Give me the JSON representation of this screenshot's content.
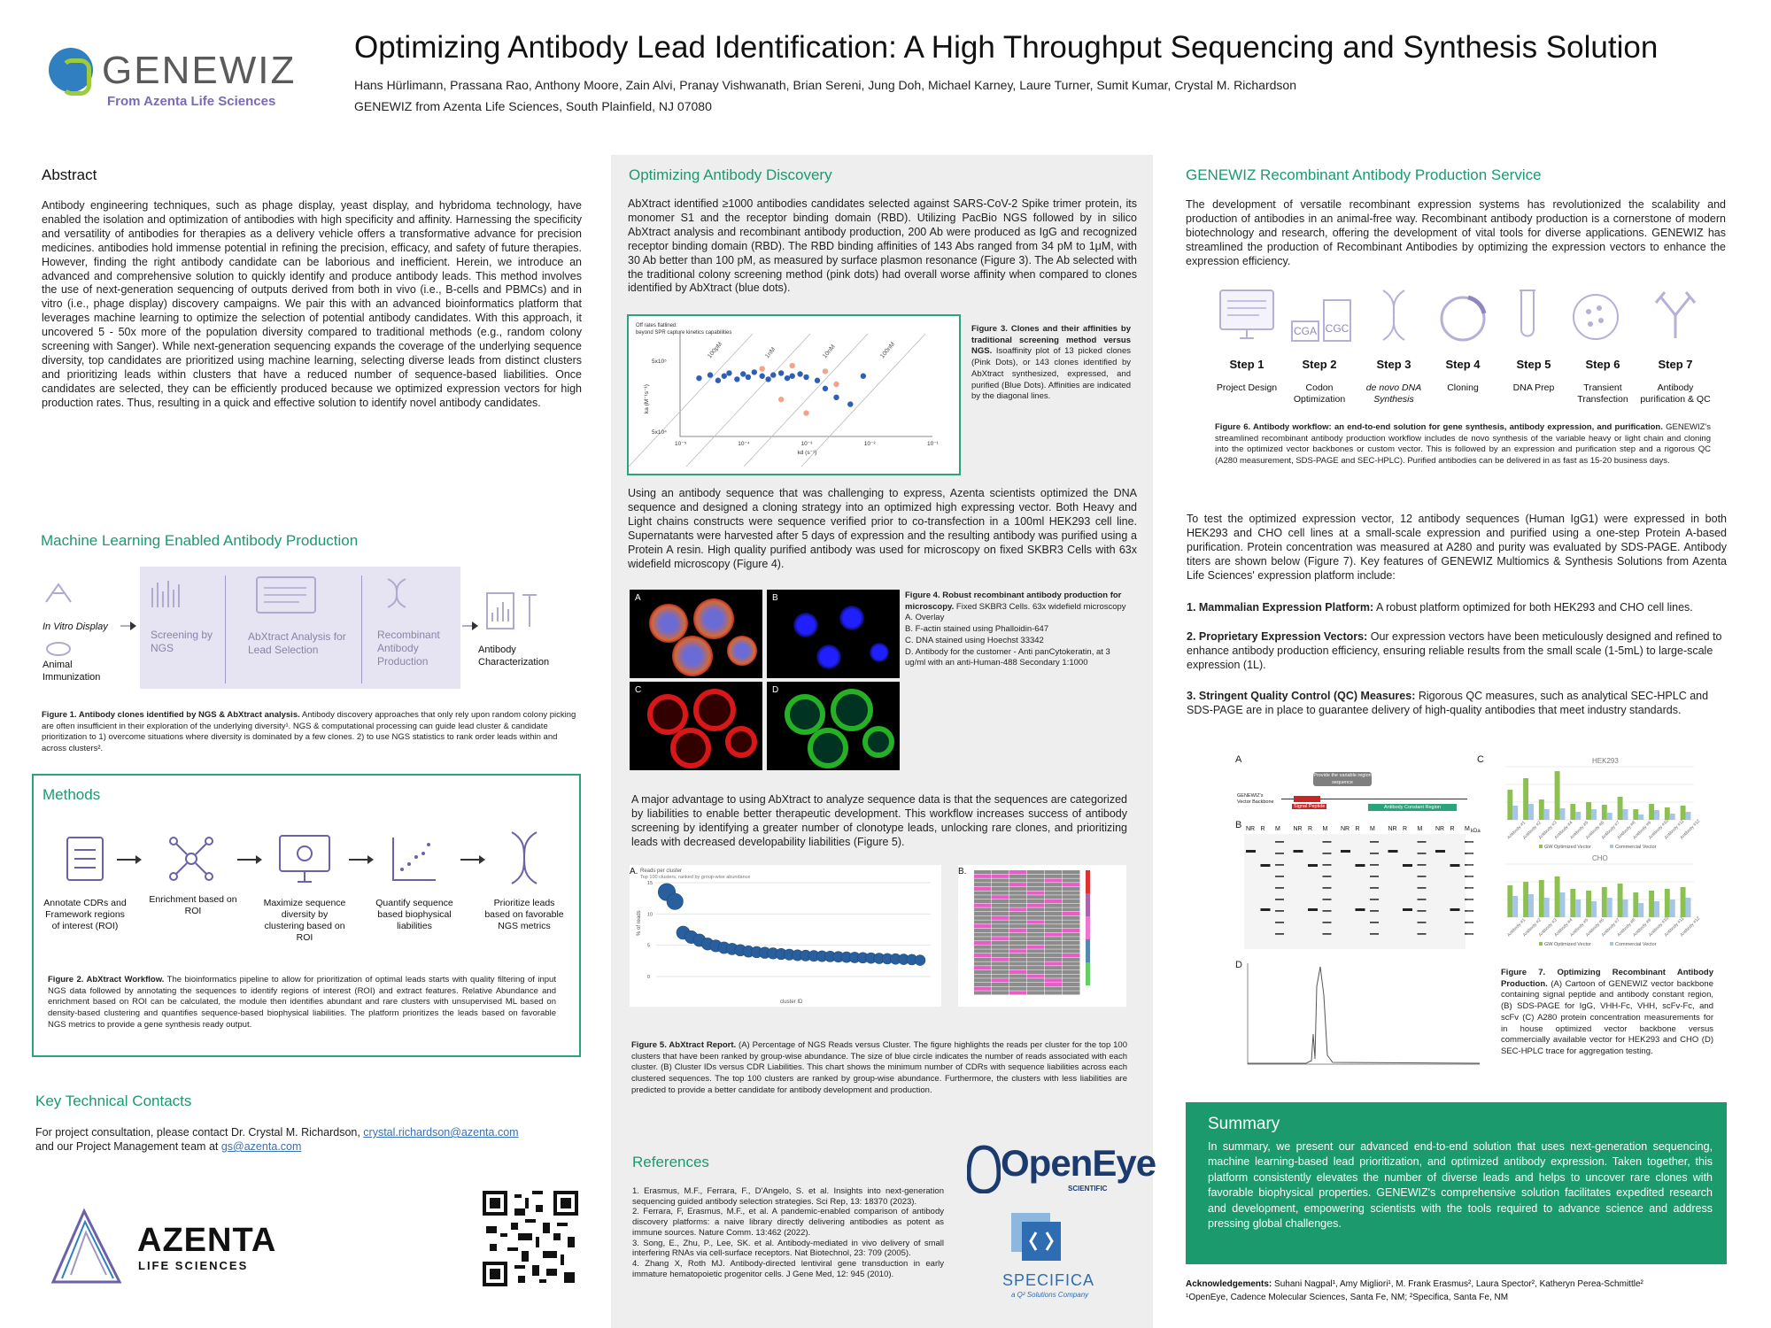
{
  "header": {
    "logo_text": "GENEWIZ",
    "logo_subtitle": "From Azenta Life Sciences",
    "title": "Optimizing Antibody Lead Identification: A High Throughput Sequencing and Synthesis Solution",
    "authors": "Hans Hürlimann, Prassana Rao, Anthony Moore, Zain Alvi, Pranay Vishwanath, Brian Sereni, Jung Doh, Michael Karney, Laure Turner, Sumit Kumar, Crystal M. Richardson",
    "affiliation": "GENEWIZ from Azenta Life Sciences, South Plainfield, NJ 07080"
  },
  "colors": {
    "accent_green": "#1b9a6d",
    "accent_purple": "#7b6bb5",
    "brand_blue": "#2f7fc1",
    "brand_lime": "#9ccb3b"
  },
  "abstract": {
    "heading": "Abstract",
    "text": "Antibody engineering techniques, such as phage display, yeast display, and hybridoma technology, have enabled the isolation and optimization of antibodies with high specificity and affinity. Harnessing the specificity and versatility of antibodies for therapies as a delivery vehicle offers a transformative advance for precision medicines. antibodies hold immense potential in refining the precision, efficacy, and safety of future therapies. However, finding the right antibody candidate can be laborious and inefficient. Herein, we introduce an advanced and comprehensive solution to quickly identify and produce antibody leads. This method involves the use of next-generation sequencing of outputs derived from both in vivo (i.e., B-cells and PBMCs) and in vitro (i.e., phage display) discovery campaigns. We pair this with an advanced bioinformatics platform that leverages machine learning to optimize the selection of potential antibody candidates. With this approach, it uncovered 5 - 50x more of the population diversity compared to traditional methods (e.g., random colony screening with Sanger). While next-generation sequencing expands the coverage of the underlying sequence diversity, top candidates are prioritized using machine learning, selecting diverse leads from distinct clusters and prioritizing leads within clusters that have a reduced number of sequence-based liabilities. Once candidates are selected, they can be efficiently produced because we optimized expression vectors for high production rates. Thus, resulting in a quick and effective solution to identify novel antibody candidates."
  },
  "ml_section": {
    "heading": "Machine Learning Enabled Antibody Production",
    "in_vitro": "In Vitro Display",
    "animal": "Animal Immunization",
    "screening": "Screening by NGS",
    "abxtract": "AbXtract Analysis for Lead Selection",
    "recombinant": "Recombinant Antibody Production",
    "characterization": "Antibody Characterization",
    "fig1_title": "Figure 1. Antibody clones identified by NGS & AbXtract analysis.",
    "fig1_text": " Antibody discovery approaches that only rely upon random colony picking are often insufficient in their exploration of the underlying diversity¹. NGS & computational processing can guide lead cluster & candidate prioritization to 1) overcome situations where diversity is dominated by a few clones. 2) to use NGS statistics to rank order leads within and across clusters²."
  },
  "methods": {
    "heading": "Methods",
    "steps": [
      {
        "label": "Annotate CDRs and Framework regions of interest (ROI)",
        "icon": "checklist-icon"
      },
      {
        "label": "Enrichment based on ROI",
        "icon": "network-icon"
      },
      {
        "label": "Maximize sequence diversity by clustering based on ROI",
        "icon": "monitor-icon"
      },
      {
        "label": "Quantify sequence based biophysical liabilities",
        "icon": "scatter-icon"
      },
      {
        "label": "Prioritize leads based on favorable NGS metrics",
        "icon": "dna-icon"
      }
    ],
    "fig2_title": "Figure 2. AbXtract Workflow.",
    "fig2_text": " The bioinformatics pipeline to allow for prioritization of optimal leads starts with quality filtering of input NGS data followed by annotating the sequences to identify regions of interest (ROI) and extract features. Relative Abundance and enrichment based on ROI can be calculated, the module then identifies abundant and rare clusters with unsupervised ML based on density-based clustering and quantifies sequence-based biophysical liabilities. The platform prioritizes the leads based on favorable NGS metrics to provide a gene synthesis ready output."
  },
  "contacts": {
    "heading": "Key Technical Contacts",
    "line1": "For project consultation, please contact Dr. Crystal M. Richardson, ",
    "email1": "crystal.richardson@azenta.com",
    "line2": "and our Project Management team at ",
    "email2": "gs@azenta.com"
  },
  "azenta": {
    "name": "AZENTA",
    "sub": "LIFE SCIENCES"
  },
  "optimizing": {
    "heading": "Optimizing Antibody Discovery",
    "p1": "AbXtract identified ≥1000 antibodies candidates selected against SARS-CoV-2 Spike trimer protein, its monomer S1 and the receptor binding domain (RBD). Utilizing PacBio NGS followed by in silico AbXtract analysis and recombinant antibody production, 200 Ab were produced as IgG and recognized receptor binding domain (RBD). The RBD binding affinities of 143 Abs ranged from 34 pM to 1μM, with 30 Ab better than 100 pM, as measured by surface plasmon resonance (Figure 3). The Ab selected with the traditional colony screening method (pink dots) had overall worse affinity when compared to clones identified by AbXtract (blue dots).",
    "fig3_title": "Figure 3. Clones and their affinities by traditional screening method versus NGS.",
    "fig3_text": " Isoaffinity plot of 13 picked clones (Pink Dots), or 143 clones identified by AbXtract synthesized, expressed, and purified (Blue Dots). Affinities are indicated by the diagonal lines.",
    "p2": "Using an antibody sequence that was challenging to express, Azenta scientists optimized the DNA sequence and designed a cloning strategy into an optimized high expressing vector. Both Heavy and Light chains constructs were sequence verified prior to co-transfection in a 100ml HEK293 cell line. Supernatants were harvested after 5 days of expression and the resulting antibody was purified using a Protein A resin. High quality purified antibody was used for microscopy on fixed SKBR3 Cells with 63x widefield microscopy (Figure 4).",
    "fig4_title": "Figure 4. Robust recombinant antibody production for microscopy.",
    "fig4_text": " Fixed SKBR3 Cells. 63x widefield microscopy",
    "fig4_items": [
      "A.   Overlay",
      "B.   F-actin stained using Phalloidin-647",
      "C.   DNA stained using Hoechst 33342",
      "D.   Antibody for the customer - Anti panCytokeratin, at 3 ug/ml with an anti-Human-488 Secondary 1:1000"
    ],
    "p3": "A major advantage to using AbXtract to analyze sequence data is that the sequences are categorized by liabilities to enable better therapeutic development. This workflow increases success of antibody screening by identifying a greater number of clonotype leads, unlocking rare clones, and prioritizing leads with decreased developability liabilities (Figure 5).",
    "fig5_title": "Figure 5. AbXtract Report.",
    "fig5_text": " (A) Percentage of NGS Reads versus Cluster. The figure highlights the reads per cluster for the top 100 clusters that have been ranked by group-wise abundance. The size of blue circle indicates the number of reads associated with each cluster.  (B) Cluster IDs versus CDR Liabilities. This chart shows the minimum number of CDRs with sequence liabilities across each clustered sequences. The top 100 clusters are ranked by group-wise abundance. Furthermore, the clusters with less liabilities are predicted to provide a better candidate for antibody development and production."
  },
  "fig3": {
    "note": "Off rates flatlined: beyond SPR capture kinetics capabilities",
    "diag_labels": [
      "100pM",
      "1nM",
      "10nM",
      "100nM"
    ],
    "ytick_top": "5x10⁵",
    "ytick_bottom": "5x10⁴",
    "xticks": [
      "10⁻⁵",
      "10⁻⁴",
      "10⁻³",
      "10⁻²",
      "10⁻¹"
    ],
    "xlabel": "kd (s⁻¹)",
    "ylabel": "ka (M⁻¹s⁻¹)"
  },
  "fig5a": {
    "title": "Reads per cluster",
    "subtitle": "Top 100 clusters, ranked by group-wise abundance",
    "ylabel": "% of reads",
    "xlabel": "cluster ID",
    "label": "A."
  },
  "fig5b": {
    "label": "B."
  },
  "chart_data": [
    {
      "type": "scatter",
      "title": "",
      "xlabel": "kd (s⁻¹)",
      "ylabel": "ka (M⁻¹s⁻¹)",
      "x_scale": "log",
      "xlim": [
        1e-05,
        0.1
      ],
      "series": [
        {
          "name": "Blue Dots",
          "color": "#2e5fb8",
          "points": [
            [
              2e-05,
              280000
            ],
            [
              3e-05,
              310000
            ],
            [
              4e-05,
              260000
            ],
            [
              5e-05,
              300000
            ],
            [
              6e-05,
              330000
            ],
            [
              8e-05,
              270000
            ],
            [
              0.0001,
              320000
            ],
            [
              0.00012,
              290000
            ],
            [
              0.00015,
              340000
            ],
            [
              0.0002,
              300000
            ],
            [
              0.00025,
              270000
            ],
            [
              0.0003,
              310000
            ],
            [
              0.0004,
              330000
            ],
            [
              0.0005,
              280000
            ],
            [
              0.0006,
              300000
            ],
            [
              0.0008,
              320000
            ],
            [
              0.001,
              290000
            ],
            [
              0.0015,
              260000
            ],
            [
              0.002,
              200000
            ],
            [
              0.003,
              150000
            ],
            [
              0.005,
              120000
            ],
            [
              0.008,
              300000
            ]
          ]
        },
        {
          "name": "Pink Dots",
          "color": "#f0a58a",
          "points": [
            [
              0.0002,
              380000
            ],
            [
              0.0006,
              420000
            ],
            [
              0.002,
              350000
            ],
            [
              0.0004,
              140000
            ],
            [
              0.001,
              90000
            ],
            [
              0.003,
              230000
            ]
          ]
        }
      ]
    },
    {
      "type": "scatter",
      "title": "Reads per cluster",
      "xlabel": "cluster ID",
      "ylabel": "% of reads",
      "ylim": [
        0,
        15
      ],
      "series": [
        {
          "name": "clusters",
          "values": [
            13.5,
            12,
            7,
            6.3,
            5.8,
            5.2,
            4.9,
            4.6,
            4.4,
            4.2,
            4.0,
            3.9,
            3.8,
            3.7,
            3.6,
            3.5,
            3.4,
            3.35,
            3.3,
            3.25,
            3.2,
            3.15,
            3.1,
            3.05,
            3.0,
            2.95,
            2.9,
            2.85,
            2.8,
            2.75,
            2.7,
            2.6
          ]
        }
      ]
    },
    {
      "type": "bar",
      "title": "HEK293",
      "categories": [
        "Antibody #1",
        "Antibody #2",
        "Antibody #3",
        "Antibody #4",
        "Antibody #5",
        "Antibody #6",
        "Antibody #7",
        "Antibody #8",
        "Antibody #9",
        "Antibody #10",
        "Antibody #11",
        "Antibody #12"
      ],
      "series": [
        {
          "name": "GW Optimized Vector",
          "values": [
            340,
            470,
            230,
            550,
            180,
            200,
            170,
            260,
            120,
            180,
            140,
            160
          ]
        },
        {
          "name": "Commercial Vector",
          "values": [
            160,
            180,
            120,
            130,
            90,
            120,
            80,
            120,
            60,
            110,
            70,
            90
          ]
        }
      ],
      "ylim": [
        0,
        600
      ]
    },
    {
      "type": "bar",
      "title": "CHO",
      "categories": [
        "Antibody #1",
        "Antibody #2",
        "Antibody #3",
        "Antibody #4",
        "Antibody #5",
        "Antibody #6",
        "Antibody #7",
        "Antibody #8",
        "Antibody #9",
        "Antibody #10",
        "Antibody #11",
        "Antibody #12"
      ],
      "series": [
        {
          "name": "GW Optimized Vector",
          "values": [
            180,
            200,
            210,
            230,
            160,
            150,
            170,
            190,
            140,
            150,
            160,
            170
          ]
        },
        {
          "name": "Commercial Vector",
          "values": [
            120,
            130,
            110,
            140,
            100,
            90,
            110,
            100,
            80,
            90,
            100,
            110
          ]
        }
      ],
      "ylim": [
        0,
        300
      ]
    }
  ],
  "recombinant": {
    "heading": "GENEWIZ Recombinant Antibody Production Service",
    "p1": "The development of versatile recombinant expression systems has revolutionized the scalability and production of antibodies in an animal-free way.  Recombinant antibody production is a cornerstone of modern biotechnology and research, offering the development of vital tools for diverse applications. GENEWIZ has streamlined the production of Recombinant Antibodies by optimizing the expression vectors to enhance the expression efficiency.",
    "steps": [
      {
        "name": "Step 1",
        "desc": "Project Design",
        "icon": "monitor-sequence-icon"
      },
      {
        "name": "Step 2",
        "desc": "Codon Optimization",
        "icon": "codon-icon"
      },
      {
        "name": "Step 3",
        "desc": "de novo DNA Synthesis",
        "icon": "dna-icon"
      },
      {
        "name": "Step 4",
        "desc": "Cloning",
        "icon": "plasmid-icon"
      },
      {
        "name": "Step 5",
        "desc": "DNA Prep",
        "icon": "tube-icon"
      },
      {
        "name": "Step 6",
        "desc": "Transient Transfection",
        "icon": "cell-icon"
      },
      {
        "name": "Step 7",
        "desc": "Antibody purification & QC",
        "icon": "antibody-icon"
      }
    ],
    "codon_a": "CGA",
    "codon_b": "CGC",
    "fig6_title": "Figure 6. Antibody workflow: an end-to-end solution for gene synthesis, antibody expression, and purification.",
    "fig6_text": " GENEWIZ's streamlined recombinant antibody production workflow includes de novo synthesis of the variable heavy or light chain and cloning into the optimized vector backbones or custom vector. This is followed by an expression and purification step and a rigorous QC (A280 measurement, SDS-PAGE and SEC-HPLC). Purified antibodies can be delivered in as fast as 15-20 business days.",
    "p2": "To test the optimized expression vector, 12 antibody sequences (Human IgG1) were expressed in both HEK293 and CHO cell lines at a small-scale expression and purified using a one-step Protein A-based purification. Protein concentration was measured at A280 and purity was evaluated by SDS-PAGE. Antibody titers are shown below (Figure 7). Key features of GENEWIZ Multiomics & Synthesis Solutions from Azenta Life Sciences' expression platform include:",
    "f1_title": "1. Mammalian Expression Platform:",
    "f1_text": " A robust platform optimized for both HEK293 and CHO cell lines.",
    "f2_title": "2. Proprietary Expression Vectors:",
    "f2_text": " Our expression vectors have been meticulously designed and refined to enhance antibody production efficiency, ensuring reliable results from the small scale (1-5mL) to large-scale expression (1L).",
    "f3_title": "3. Stringent Quality Control (QC) Measures:",
    "f3_text": " Rigorous QC measures, such as analytical SEC-HPLC and SDS-PAGE are in place to guarantee delivery of high-quality antibodies that meet industry standards.",
    "fig7_title": "Figure 7. Optimizing Recombinant Antibody Production.",
    "fig7_text": " (A) Cartoon of GENEWIZ vector backbone containing signal peptide and antibody constant region, (B) SDS-PAGE for IgG, VHH-Fc, VHH, scFv-Fc, and scFv (C) A280 protein concentration measurements for in house optimized vector backbone versus commercially available vector for HEK293 and CHO (D) SEC-HPLC trace for aggregation testing.",
    "fig7a_label": "A",
    "fig7b_label": "B",
    "fig7c_label": "C",
    "fig7d_label": "D",
    "vector_insert": "Provide the variable region sequence",
    "vector_backbone": "GENEWIZ's Vector Backbone",
    "signal_peptide": "Signal Peptide",
    "constant_region": "Antibody Constant Region",
    "hek_title": "HEK293",
    "cho_title": "CHO",
    "legend_gw": "GW Optimized Vector",
    "legend_comm": "Commercial Vector",
    "lane_labels": [
      "NR",
      "R",
      "M",
      "NR",
      "R",
      "M",
      "NR",
      "R",
      "M",
      "NR",
      "R",
      "M",
      "NR",
      "R",
      "M"
    ],
    "kda": "kDa"
  },
  "summary": {
    "heading": "Summary",
    "text": "In summary, we present our advanced end-to-end solution that uses next-generation sequencing, machine learning-based lead prioritization, and optimized antibody expression. Taken together, this platform consistently elevates the number of diverse leads and helps to uncover rare clones with favorable biophysical properties. GENEWIZ's comprehensive solution facilitates expedited research and development, empowering scientists with the tools required to advance science and address pressing global challenges."
  },
  "references": {
    "heading": "References",
    "items": [
      "1.  Erasmus, M.F., Ferrara, F., D'Angelo, S. et al. Insights into next-generation sequencing guided antibody selection strategies. Sci Rep, 13: 18370 (2023).",
      "2.  Ferrara, F, Erasmus, M.F., et al.  A pandemic-enabled comparison of antibody discovery platforms: a naive library directly delivering antibodies as potent as immune sources. Nature Comm. 13:462 (2022).",
      "3.  Song, E., Zhu, P., Lee, SK. et al. Antibody-mediated in vivo delivery of small interfering RNAs via cell-surface receptors. Nat Biotechnol, 23: 709 (2005).",
      "4.  Zhang X, Roth MJ. Antibody-directed lentiviral gene transduction in early immature hematopoietic progenitor cells. J Gene Med, 12: 945 (2010)."
    ]
  },
  "partners": {
    "openeye": "OpenEye",
    "openeye_sub": "SCIENTIFIC",
    "specifica": "SPECIFICA",
    "specifica_sub": "a Q² Solutions Company"
  },
  "acknowledgements": {
    "label": "Acknowledgements:",
    "names": " Suhani Nagpal¹, Amy Migliori¹, M. Frank Erasmus², Laura Spector², Katheryn Perea-Schmittle²",
    "affils": "¹OpenEye, Cadence Molecular Sciences, Santa Fe, NM; ²Specifica, Santa Fe, NM"
  }
}
